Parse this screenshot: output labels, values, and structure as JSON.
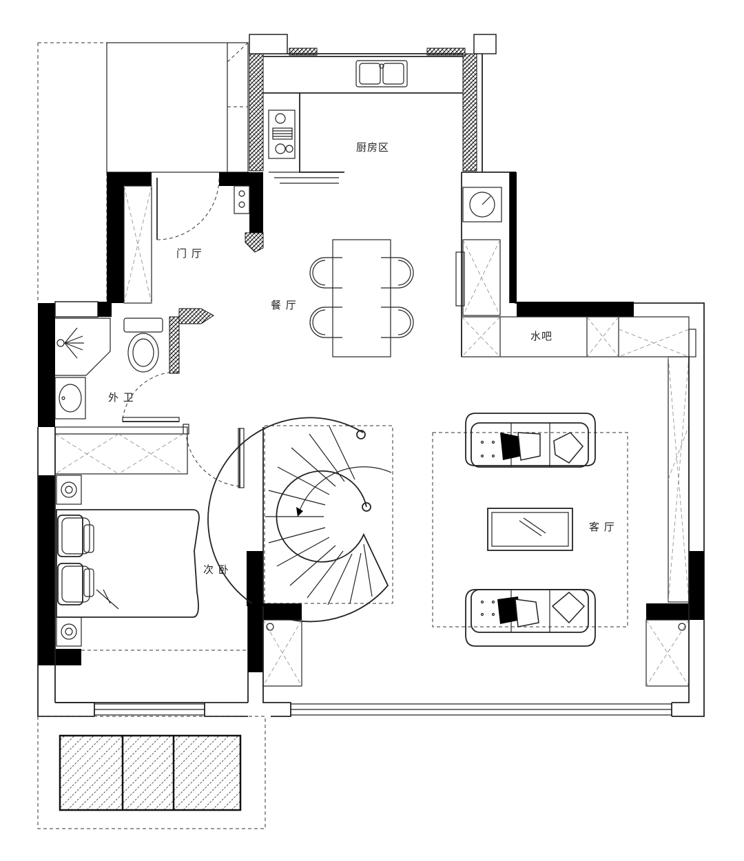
{
  "rooms": {
    "kitchen": "厨房区",
    "foyer": "门 厅",
    "dining": "餐 厅",
    "water_bar": "水吧",
    "guest_bath": "外 卫",
    "living": "客 厅",
    "second_bedroom": "次 卧"
  }
}
